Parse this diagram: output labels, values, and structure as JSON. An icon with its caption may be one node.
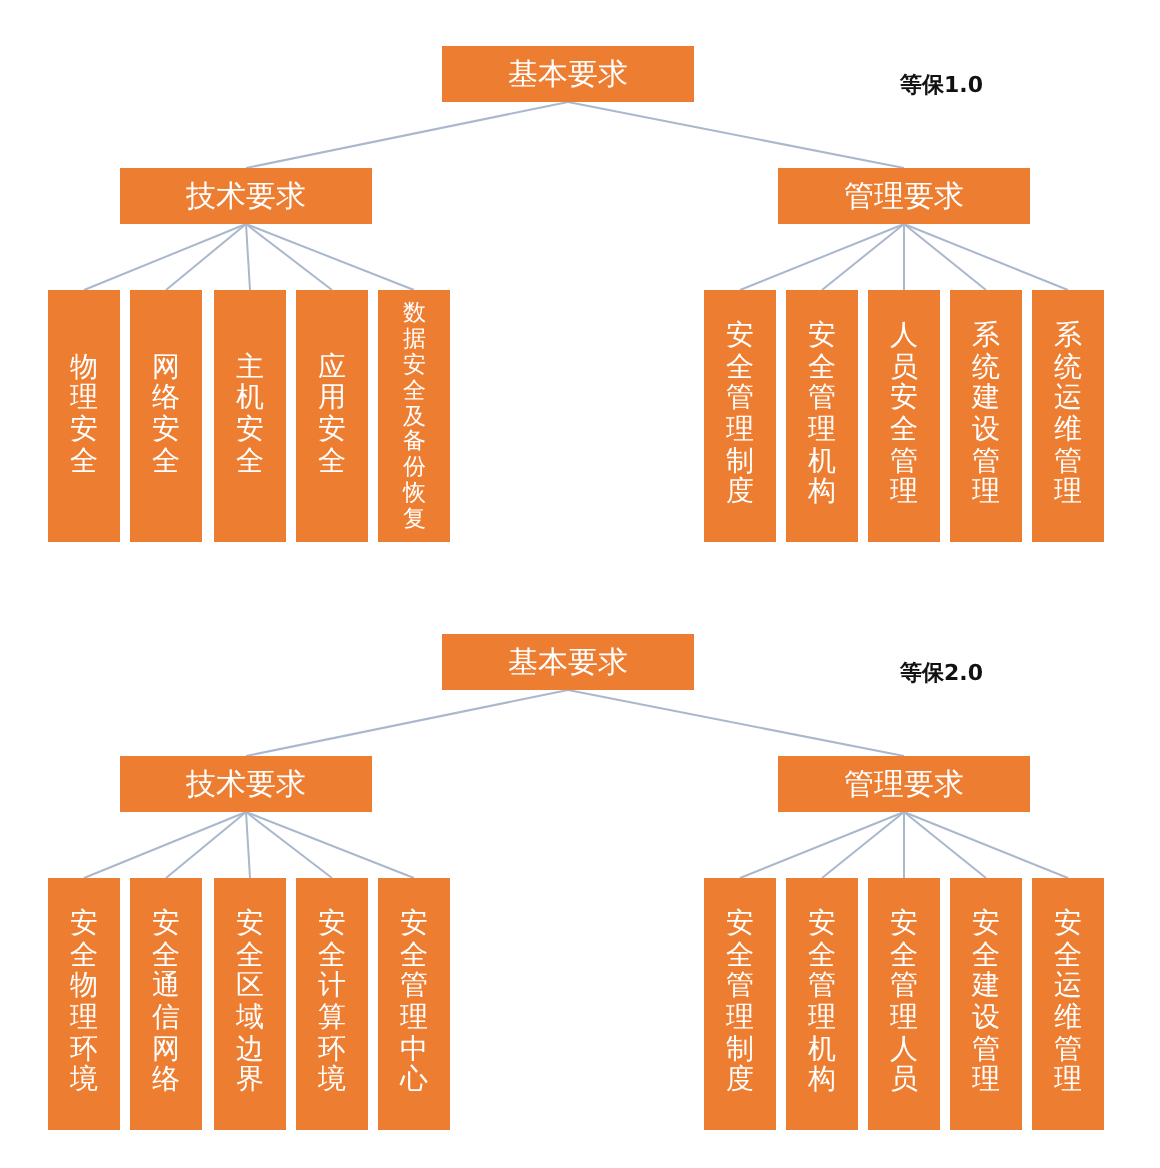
{
  "diagram": {
    "nodes": [
      {
        "text": [
          "基本要求"
        ]
      },
      {
        "text": [
          "技术要求"
        ]
      },
      {
        "text": [
          "管理要求"
        ]
      },
      {
        "text": [
          "物理安全"
        ]
      },
      {
        "text": [
          "网络安全"
        ]
      },
      {
        "text": [
          "主机安全"
        ]
      },
      {
        "text": [
          "应用安全"
        ]
      },
      {
        "text": [
          "数据安全及备份恢复"
        ]
      },
      {
        "text": [
          "安全管理制度"
        ]
      },
      {
        "text": [
          "安全管理机构"
        ]
      },
      {
        "text": [
          "人员安全管理"
        ]
      },
      {
        "text": [
          "系统建设管理"
        ]
      },
      {
        "text": [
          "系统运维管理"
        ]
      },
      {
        "text": [
          "基本要求"
        ]
      },
      {
        "text": [
          "技术要求"
        ]
      },
      {
        "text": [
          "管理要求"
        ]
      },
      {
        "text": [
          "安全物理环境"
        ]
      },
      {
        "text": [
          "安全通信网络"
        ]
      },
      {
        "text": [
          "安全区域边界"
        ]
      },
      {
        "text": [
          "安全计算环境"
        ]
      },
      {
        "text": [
          "安全管理中心"
        ]
      },
      {
        "text": [
          "安全管理制度"
        ]
      },
      {
        "text": [
          "安全管理机构"
        ]
      },
      {
        "text": [
          "安全管理人员"
        ]
      },
      {
        "text": [
          "安全建设管理"
        ]
      },
      {
        "text": [
          "安全运维管理"
        ]
      }
    ],
    "edges": [
      {
        "from": 0,
        "to": 1,
        "arrow": "none"
      },
      {
        "from": 0,
        "to": 2,
        "arrow": "none"
      },
      {
        "from": 1,
        "to": 3,
        "arrow": "none"
      },
      {
        "from": 1,
        "to": 4,
        "arrow": "none"
      },
      {
        "from": 1,
        "to": 5,
        "arrow": "none"
      },
      {
        "from": 1,
        "to": 6,
        "arrow": "none"
      },
      {
        "from": 1,
        "to": 7,
        "arrow": "none"
      },
      {
        "from": 2,
        "to": 8,
        "arrow": "none"
      },
      {
        "from": 2,
        "to": 9,
        "arrow": "none"
      },
      {
        "from": 2,
        "to": 10,
        "arrow": "none"
      },
      {
        "from": 2,
        "to": 11,
        "arrow": "none"
      },
      {
        "from": 2,
        "to": 12,
        "arrow": "none"
      },
      {
        "from": 13,
        "to": 14,
        "arrow": "none"
      },
      {
        "from": 13,
        "to": 15,
        "arrow": "none"
      },
      {
        "from": 14,
        "to": 16,
        "arrow": "none"
      },
      {
        "from": 14,
        "to": 17,
        "arrow": "none"
      },
      {
        "from": 14,
        "to": 18,
        "arrow": "none"
      },
      {
        "from": 14,
        "to": 19,
        "arrow": "none"
      },
      {
        "from": 14,
        "to": 20,
        "arrow": "none"
      },
      {
        "from": 15,
        "to": 21,
        "arrow": "none"
      },
      {
        "from": 15,
        "to": 22,
        "arrow": "none"
      },
      {
        "from": 15,
        "to": 23,
        "arrow": "none"
      },
      {
        "from": 15,
        "to": 24,
        "arrow": "none"
      },
      {
        "from": 15,
        "to": 25,
        "arrow": "none"
      }
    ],
    "labels": [
      "等保1.0",
      "等保2.0"
    ]
  }
}
